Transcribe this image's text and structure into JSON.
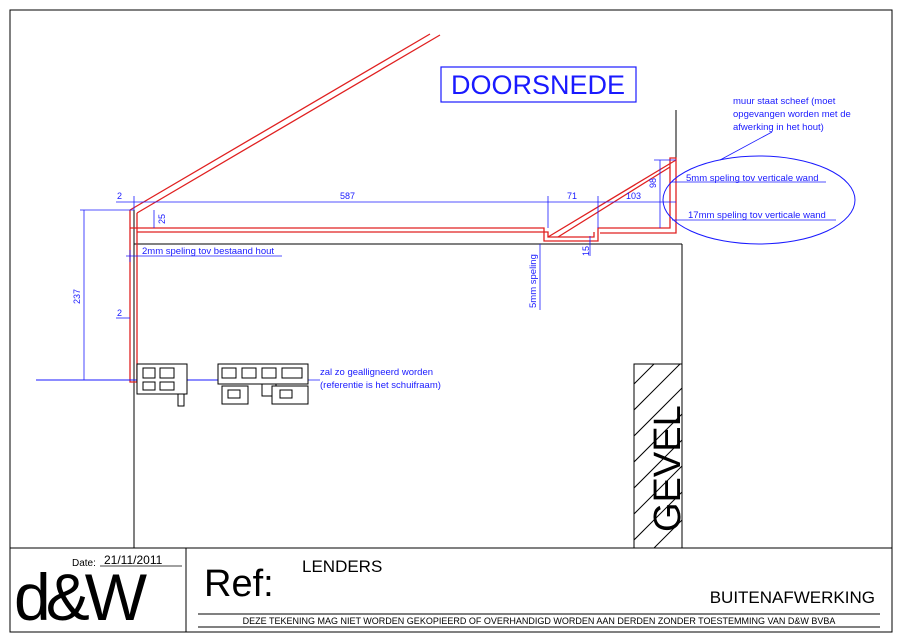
{
  "drawing": {
    "title": "DOORSNEDE",
    "gevel_label": "GEVEL",
    "dimensions": {
      "top_left_gap": "2",
      "top_main": "587",
      "top_mid": "71",
      "top_right": "103",
      "right_height": "98",
      "small_height": "25",
      "notch": "15",
      "side_height": "237",
      "side_gap": "2"
    },
    "notes": {
      "gap_existing_wood": "2mm speling tov bestaand hout",
      "gap_5mm": "5mm speling",
      "gap_vertical_5": "5mm speling tov verticale wand",
      "gap_vertical_17": "17mm speling tov verticale wand",
      "wall_note_1": "muur staat scheef (moet",
      "wall_note_2": "opgevangen worden met de",
      "wall_note_3": "afwerking in het hout)",
      "align_note_1": "zal zo gealligneerd worden",
      "align_note_2": "(referentie is het schuifraam)"
    }
  },
  "title_block": {
    "logo": "d&W",
    "date_label": "Date:",
    "date_value": "21/11/2011",
    "ref_label": "Ref:",
    "ref_value": "LENDERS",
    "subject": "BUITENAFWERKING",
    "disclaimer": "DEZE TEKENING MAG NIET WORDEN GEKOPIEERD OF OVERHANDIGD WORDEN AAN DERDEN ZONDER TOESTEMMING VAN D&W BVBA"
  }
}
